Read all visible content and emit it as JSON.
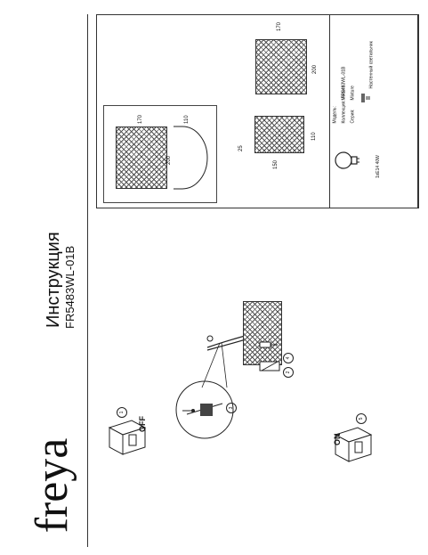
{
  "brand": {
    "logo_text": "freya"
  },
  "title": {
    "heading": "Инструкция",
    "model": "FR5483WL-01B"
  },
  "steps": {
    "step1": "1",
    "step2": "2",
    "step3": "3",
    "step4": "4",
    "step5": "5",
    "off_label": "OFF",
    "on_label": "ON"
  },
  "dimensions": {
    "top_left_width": "170",
    "top_left_depth": "110",
    "top_left_height": "200",
    "front_width": "170",
    "front_height": "200",
    "side_height": "25",
    "side_depth": "110",
    "side_width": "150"
  },
  "bulb": {
    "spec": "1xE14 40W"
  },
  "specs": {
    "model_label": "Модель:",
    "model_value": "FR5483WL-01B",
    "collection_label": "Коллекция:",
    "collection_value": "Modern",
    "series_label": "Серия:",
    "series_value": "Mixture",
    "type_value": "Настенный светильник"
  }
}
